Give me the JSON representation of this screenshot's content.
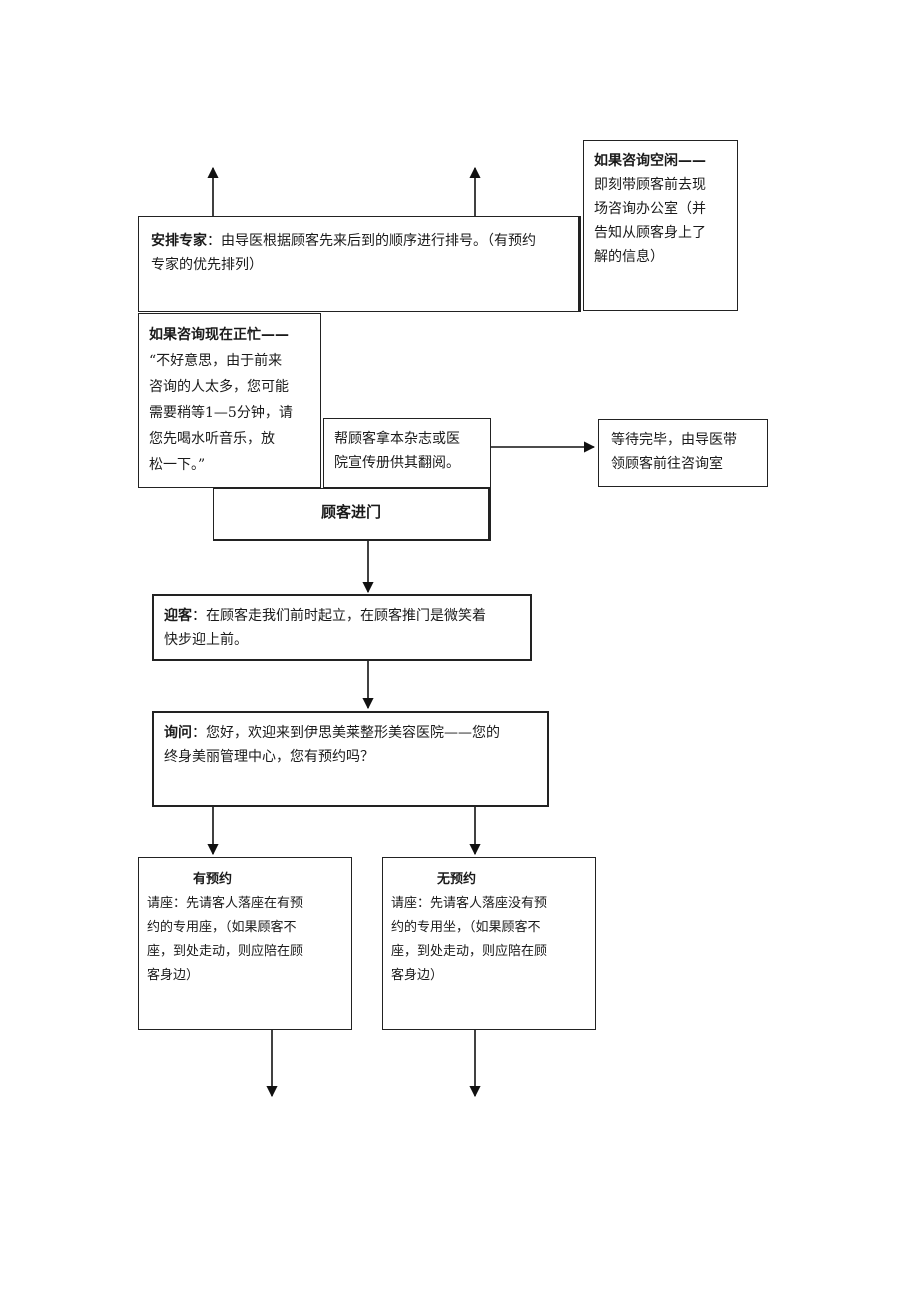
{
  "arrange_expert": {
    "label": "安排专家",
    "text": "：由导医根据顾客先来后到的顺序进行排号。（有预约",
    "text2": "专家的优先排列）"
  },
  "if_free": {
    "title": "如果咨询空闲——",
    "lines": [
      "即刻带顾客前去现",
      "场咨询办公室（并",
      "告知从顾客身上了",
      "解的信息）"
    ]
  },
  "if_busy": {
    "title": "如果咨询现在正忙——",
    "lines": [
      "“不好意思，由于前来",
      "咨询的人太多，您可能",
      "需要稍等1—5分钟，请",
      "您先喝水听音乐，放",
      "松一下。”"
    ]
  },
  "magazine": {
    "lines": [
      "帮顾客拿本杂志或医",
      "院宣传册供其翻阅。"
    ]
  },
  "wait_done": {
    "lines": [
      "等待完毕，由导医带",
      "领顾客前往咨询室"
    ]
  },
  "customer_enter": {
    "label": "顾客进门"
  },
  "greet": {
    "label": "迎客",
    "text": "：在顾客走我们前时起立，在顾客推门是微笑着",
    "text2": "快步迎上前。"
  },
  "inquire": {
    "label": "询问",
    "text": "：您好，欢迎来到伊思美莱整形美容医院——您的",
    "text2": "终身美丽管理中心，您有预约吗？"
  },
  "with_appt": {
    "title": "有预约",
    "lines": [
      "请座：先请客人落座在有预",
      "约的专用座，（如果顾客不",
      "座，到处走动，则应陪在顾",
      "客身边）"
    ]
  },
  "without_appt": {
    "title": "无预约",
    "lines": [
      "请座：先请客人落座没有预",
      "约的专用坐，（如果顾客不",
      "座，到处走动，则应陪在顾",
      "客身边）"
    ]
  }
}
